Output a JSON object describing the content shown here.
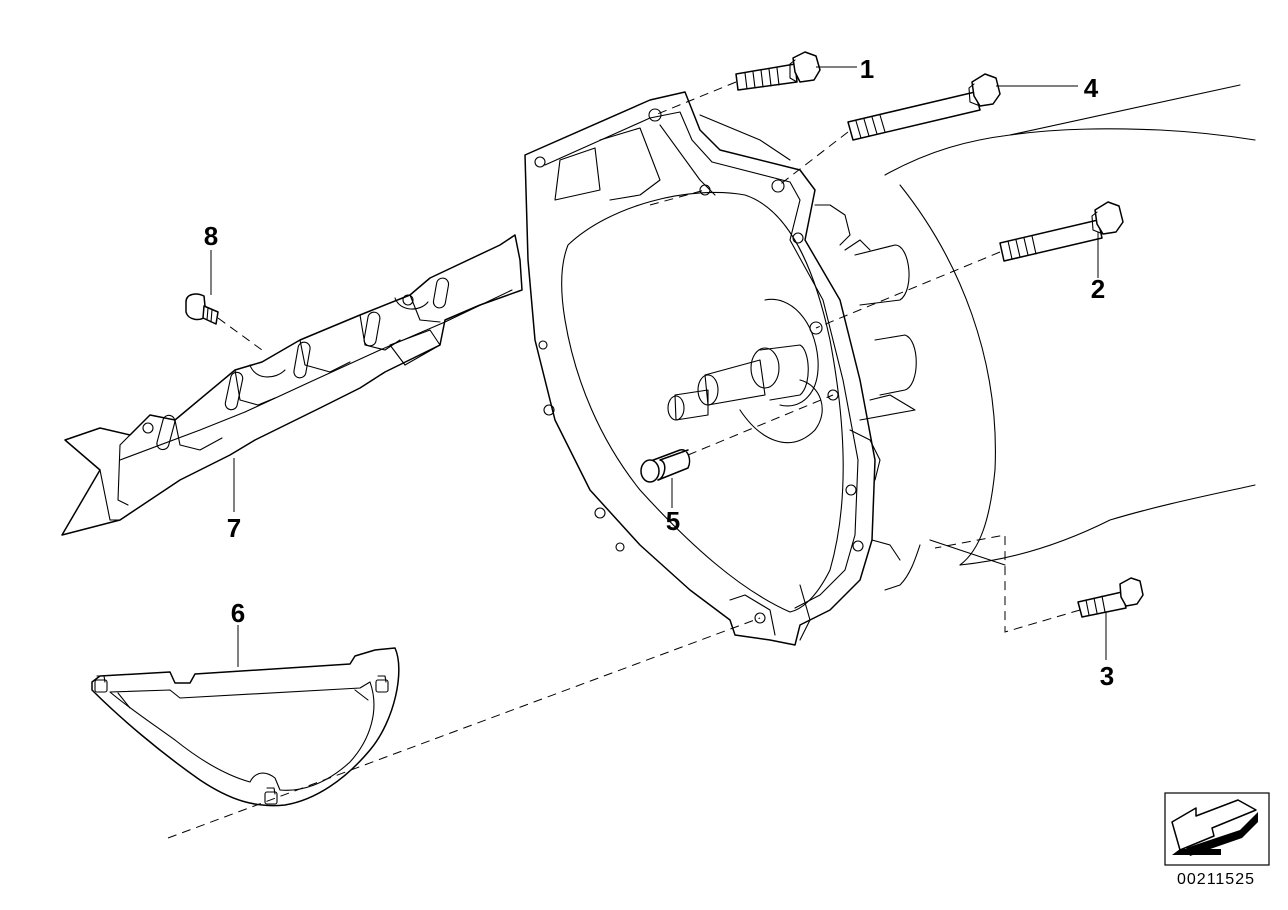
{
  "callouts": {
    "c1": "1",
    "c2": "2",
    "c3": "3",
    "c4": "4",
    "c5": "5",
    "c6": "6",
    "c7": "7",
    "c8": "8"
  },
  "diagram_code": "00211525",
  "colors": {
    "line": "#000000",
    "background": "#ffffff"
  },
  "icons": {
    "orientation": "arrow-down-left-icon"
  }
}
